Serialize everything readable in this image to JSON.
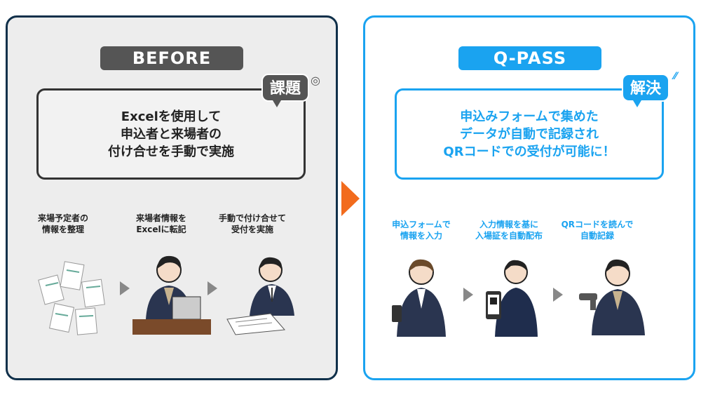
{
  "before": {
    "label": "BEFORE",
    "badge": "課題",
    "issue": [
      "Excelを使用して",
      "申込者と来場者の",
      "付け合せを手動で実施"
    ],
    "steps": [
      {
        "l1": "来場予定者の",
        "l2": "情報を整理"
      },
      {
        "l1": "来場者情報を",
        "l2": "Excelに転記"
      },
      {
        "l1": "手動で付け合せて",
        "l2": "受付を実施"
      }
    ]
  },
  "after": {
    "label": "Q-PASS",
    "badge": "解決",
    "solution": [
      "申込みフォームで集めた",
      "データが自動で記録され",
      "QRコードでの受付が可能に！"
    ],
    "steps": [
      {
        "l1": "申込フォームで",
        "l2": "情報を入力"
      },
      {
        "l1": "入力情報を基に",
        "l2": "入場証を自動配布"
      },
      {
        "l1": "QRコードを読んで",
        "l2": "自動記録"
      }
    ]
  },
  "colors": {
    "accent": "#1aa3f0",
    "arrow": "#f26b1d",
    "dark": "#555555"
  }
}
